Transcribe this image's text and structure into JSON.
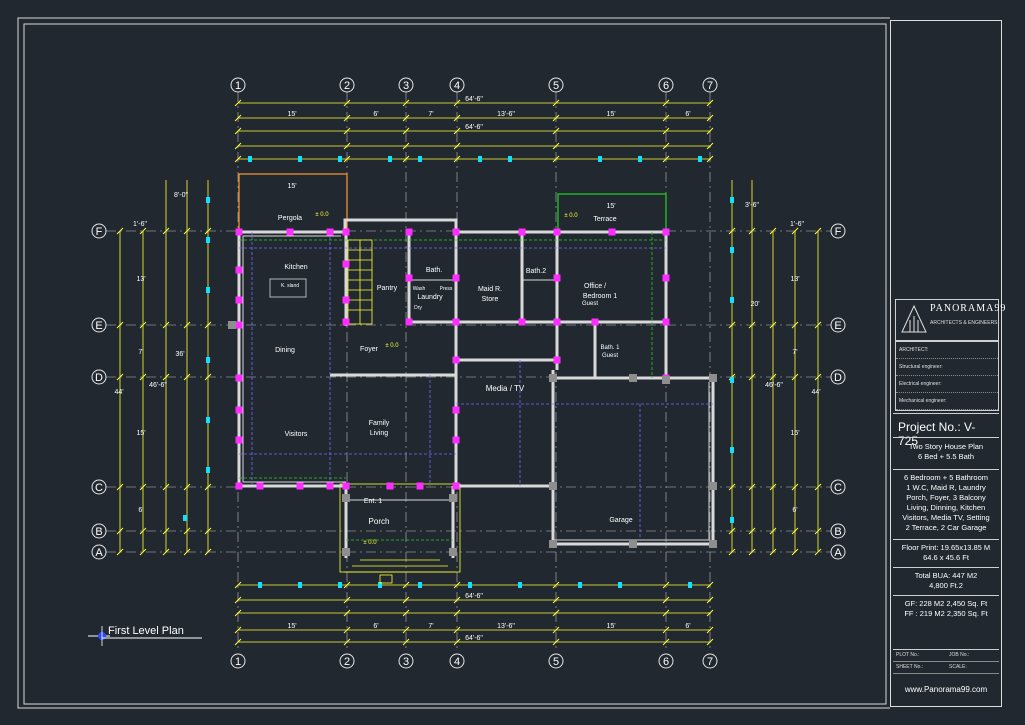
{
  "drawing": {
    "title_label": "First Level Plan",
    "grid_columns": [
      "1",
      "2",
      "3",
      "4",
      "5",
      "6",
      "7"
    ],
    "grid_rows": [
      "F",
      "E",
      "D",
      "C",
      "B",
      "A"
    ],
    "dims": {
      "overall_top": "64'-6\"",
      "overall_mid": "64'-6\"",
      "overall_bottom": "64'-6\"",
      "bays_top": [
        "15'",
        "6'",
        "7'",
        "13'-6\"",
        "15'",
        "6'"
      ],
      "bays_bottom": [
        "15'",
        "6'",
        "7'",
        "13'-6\"",
        "15'",
        "6'"
      ],
      "overall_mid_bottom": "64'-6\"",
      "left_rows": [
        "13'",
        "7'",
        "15'",
        "6'"
      ],
      "right_rows": [
        "13'",
        "7'",
        "15'",
        "6'"
      ],
      "left_overall": "44'",
      "right_overall": "44'",
      "left_outer": "46'-6\"",
      "right_outer": "46'-6\"",
      "left_side": "36'",
      "right_side": "20'",
      "pergola_width": "15'",
      "terrace_width": "15'",
      "pergola_depth": "8'-0\"",
      "right_top": "3'-6\"",
      "left_ext": "1'-6\"",
      "right_ext": "1'-6\""
    },
    "rooms": [
      {
        "key": "pergola",
        "label": "Pergola"
      },
      {
        "key": "kitchen",
        "label": "Kitchen"
      },
      {
        "key": "island",
        "label": "K. sland"
      },
      {
        "key": "pantry",
        "label": "Pantry"
      },
      {
        "key": "bath",
        "label": "Bath."
      },
      {
        "key": "laundry",
        "label": "Laundry"
      },
      {
        "key": "wash",
        "label": "Wash"
      },
      {
        "key": "press",
        "label": "Press"
      },
      {
        "key": "dry",
        "label": "Dry"
      },
      {
        "key": "maid",
        "label": "Maid R."
      },
      {
        "key": "store",
        "label": "Store"
      },
      {
        "key": "bath2",
        "label": "Bath.2"
      },
      {
        "key": "office",
        "label": "Office /"
      },
      {
        "key": "bedroom1",
        "label": "Bedroom 1"
      },
      {
        "key": "guest",
        "label": "Guest"
      },
      {
        "key": "terrace",
        "label": "Terrace"
      },
      {
        "key": "dining",
        "label": "Dining"
      },
      {
        "key": "foyer",
        "label": "Foyer"
      },
      {
        "key": "bath1",
        "label": "Bath. 1"
      },
      {
        "key": "guest2",
        "label": "Guest"
      },
      {
        "key": "media",
        "label": "Media / TV"
      },
      {
        "key": "visitors",
        "label": "Visitors"
      },
      {
        "key": "family",
        "label": "Family"
      },
      {
        "key": "living",
        "label": "Living"
      },
      {
        "key": "garage",
        "label": "Garage"
      },
      {
        "key": "ent",
        "label": "Ent. 1"
      },
      {
        "key": "porch",
        "label": "Porch"
      }
    ],
    "levels": {
      "pergola": "± 0.0",
      "terrace": "± 0.0",
      "foyer": "± 0.0",
      "porch": "± 0.0"
    }
  },
  "titleblock": {
    "logo_name": "PANORAMA99",
    "logo_sub": "ARCHITECTS & ENGINEERS",
    "architect": "ARCHITECT:",
    "structural": "Structural engineer:",
    "electrical": "Electrical engineer:",
    "mechanical": "Mechanical engineer:",
    "project_no": "Project No.: V-725",
    "plan_title_1": "Two Story House Plan",
    "plan_title_2": "6 Bed + 5.5 Bath",
    "desc": [
      "6 Bedroom + 5 Bathroom",
      "1 W.C, Maid R, Laundry",
      "Porch, Foyer, 3 Balcony",
      "Living, Dinning, Kitchen",
      "Visitors, Media TV, Setting",
      "2 Terrace, 2 Car Garage"
    ],
    "floor_print_1": "Floor Print: 19.65x13.85 M",
    "floor_print_2": "64.6 x 45.6 Ft",
    "total_bua_1": "Total BUA:  447     M2",
    "total_bua_2": "4,800  Ft.2",
    "gf": "GF: 228 M2  2,450 Sq. Ft",
    "ff": "FF : 219 M2  2,350 Sq. Ft",
    "plot_no": "PLOT No.:",
    "job_no": "JOB No.:",
    "sheet_no": "SHEET No.:",
    "scale": "SCALE:",
    "website": "www.Panorama99.com"
  },
  "colors": {
    "background": "#212830",
    "wall": "#d9d9d9",
    "column": "#ff2cff",
    "dimension": "#ffff33",
    "grid": "#d6d6d6",
    "green": "#23d41f",
    "cyan": "#11e0ff",
    "orange": "#ff9a2c",
    "violet": "#7b6bff"
  }
}
